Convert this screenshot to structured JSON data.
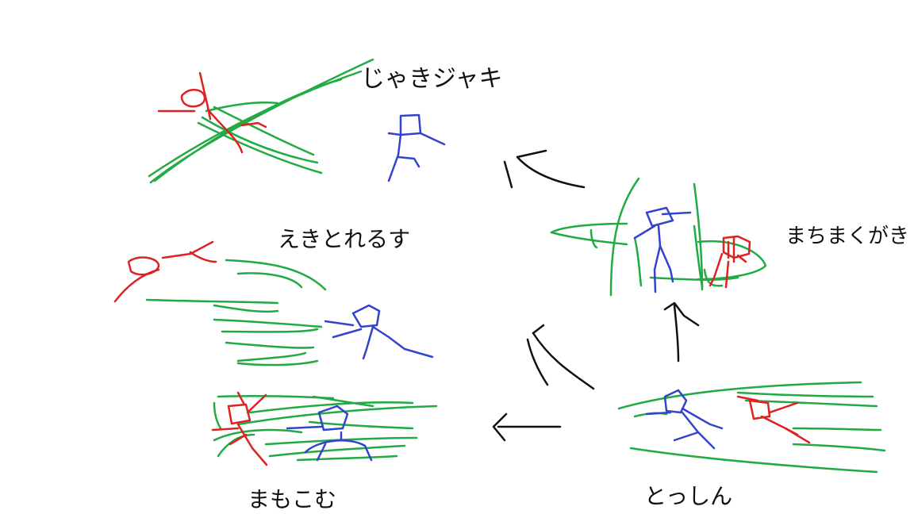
{
  "colors": {
    "background": "#ffffff",
    "ink": "#111111",
    "effect": "#22aa44",
    "player": "#3344cc",
    "opponent": "#dd2222"
  },
  "labels": {
    "jump": "じゃきジャキ",
    "dash": "とっしん",
    "counter": "まちまくがき",
    "blast": "えきとれるす",
    "buff": "まもこむ"
  },
  "icons": {
    "arrow_left_top": "arrow-down-left",
    "arrow_up": "arrow-up",
    "arrow_up_left": "arrow-up-left",
    "arrow_left_bottom": "arrow-left"
  }
}
